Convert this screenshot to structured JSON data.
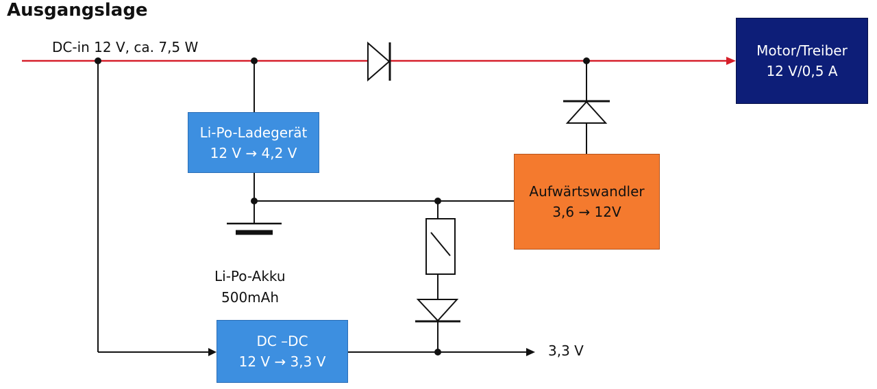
{
  "title": "Ausgangslage",
  "labels": {
    "dc_in": "DC-in 12 V, ca. 7,5 W",
    "output_33": "3,3 V",
    "battery_name": "Li-Po-Akku",
    "battery_capacity": "500mAh"
  },
  "blocks": {
    "charger": {
      "line1": "Li-Po-Ladegerät",
      "line2": "12 V → 4,2 V"
    },
    "boost": {
      "line1": "Aufwärtswandler",
      "line2": "3,6 → 12V"
    },
    "motor": {
      "line1": "Motor/Treiber",
      "line2": "12 V/0,5 A"
    },
    "dcdc": {
      "line1": "DC –DC",
      "line2": "12 V → 3,3 V"
    }
  },
  "colors": {
    "main_line": "#d61f2a",
    "wire": "#111111",
    "charger_fill": "#3d8fe0",
    "dcdc_fill": "#3d8fe0",
    "boost_fill": "#f47a2e",
    "motor_fill": "#0d1e78"
  }
}
